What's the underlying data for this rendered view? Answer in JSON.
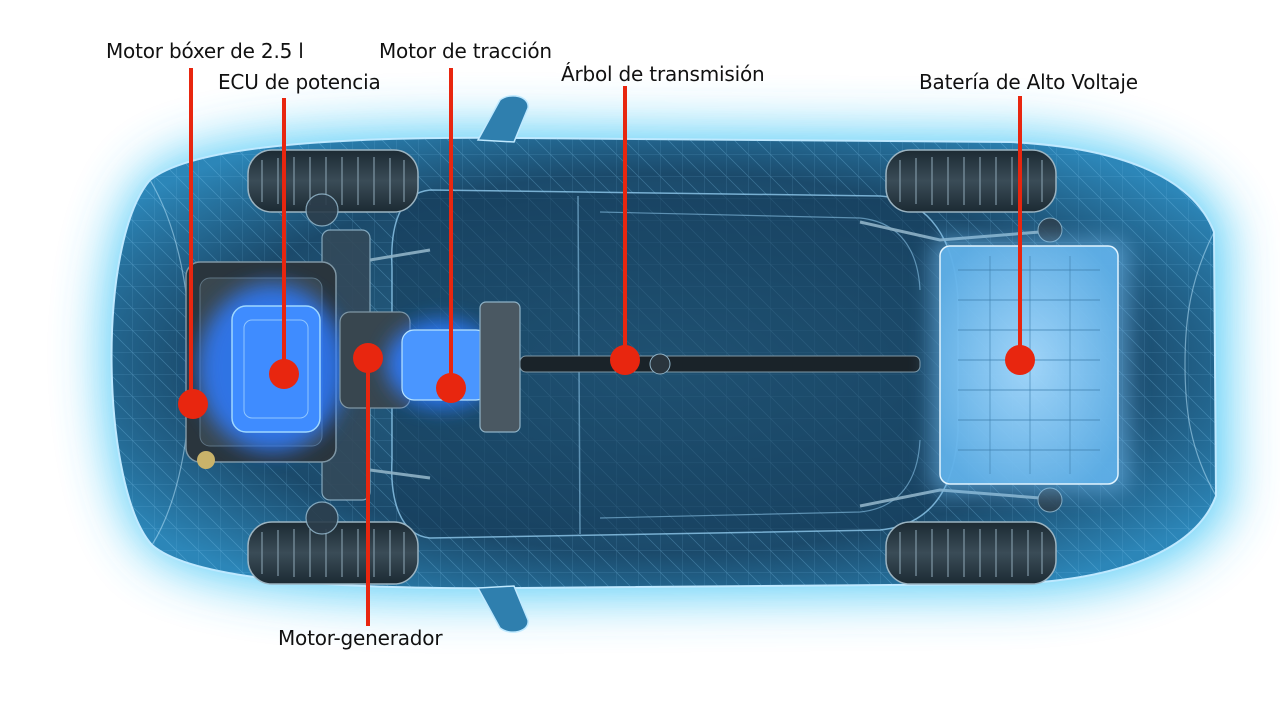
{
  "labels": {
    "engine": "Motor bóxer de 2.5 l",
    "ecu": "ECU de potencia",
    "traction_motor": "Motor de tracción",
    "drive_shaft": "Árbol de transmisión",
    "battery": "Batería de Alto Voltaje",
    "motor_generator": "Motor-generador"
  },
  "colors": {
    "marker": "#e8260f",
    "glow": "#39c3f5",
    "body": "#1d4f70",
    "component_glow": "#2d7bff"
  }
}
